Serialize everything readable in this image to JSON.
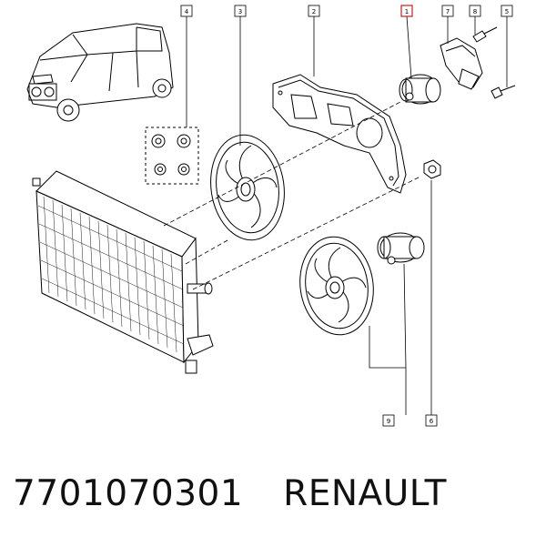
{
  "callouts": {
    "c4": "4",
    "c3": "3",
    "c2": "2",
    "c1": "1",
    "c7": "7",
    "c8": "8",
    "c5": "5",
    "c9": "9",
    "c6": "6"
  },
  "caption": {
    "part_number": "7701070301",
    "brand": "RENAULT"
  },
  "colors": {
    "highlight": "#d21a1a",
    "line": "#000000"
  }
}
